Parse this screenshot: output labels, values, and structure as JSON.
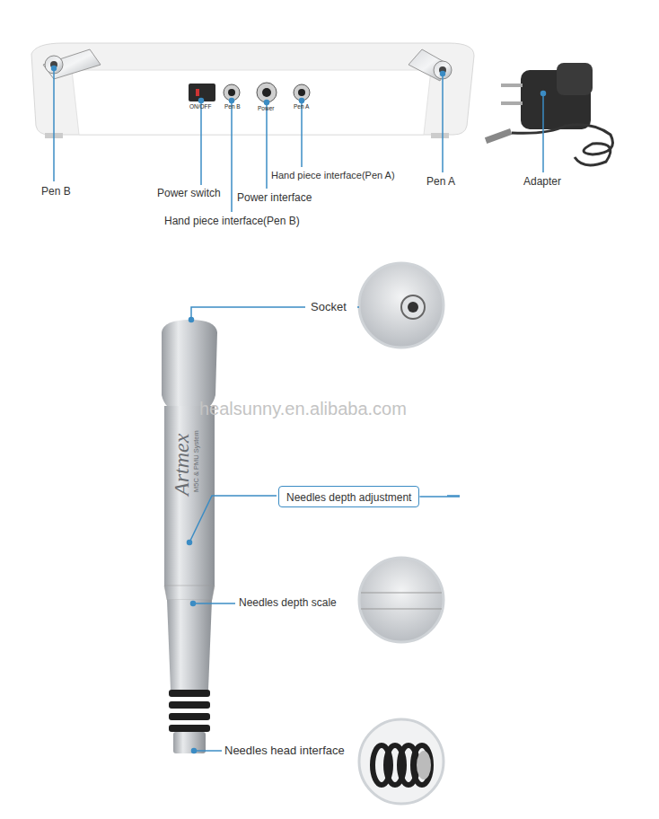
{
  "diagram": {
    "nodes": [
      {
        "text": [
          "Needles depth adjustment"
        ]
      }
    ],
    "labels": [
      "Pen B",
      "Power switch",
      "Power interface",
      "Hand piece interface(Pen A)",
      "Pen A",
      "Adapter",
      "Hand piece interface(Pen B)",
      "Socket",
      "Needles depth scale",
      "Needles head interface",
      "ON/OFF",
      "Pen B",
      "Power",
      "Pen A",
      "Artmex",
      "M5C & PMU System",
      "healsunny.en.alibaba.com"
    ]
  }
}
